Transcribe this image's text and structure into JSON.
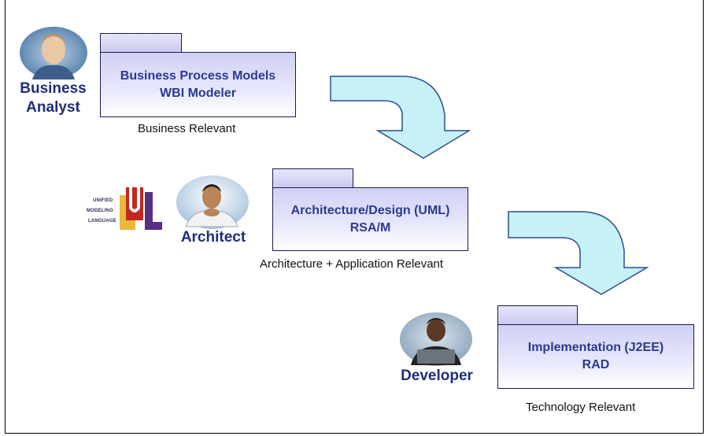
{
  "packages": [
    {
      "line1": "Business Process Models",
      "line2": "WBI Modeler",
      "caption": "Business Relevant"
    },
    {
      "line1": "Architecture/Design (UML)",
      "line2": "RSA/M",
      "caption": "Architecture + Application Relevant"
    },
    {
      "line1": "Implementation (J2EE)",
      "line2": "RAD",
      "caption": "Technology Relevant"
    }
  ],
  "roles": {
    "business_analyst_line1": "Business",
    "business_analyst_line2": "Analyst",
    "architect": "Architect",
    "developer": "Developer"
  },
  "uml_logo": {
    "line1": "UNIFIED",
    "line2": "MODELING",
    "line3": "LANGUAGE"
  },
  "colors": {
    "package_text": "#2b3a8f",
    "role_text": "#1f2d7a",
    "arrow_fill": "#c6f1f7",
    "arrow_stroke": "#2a4f8a"
  }
}
